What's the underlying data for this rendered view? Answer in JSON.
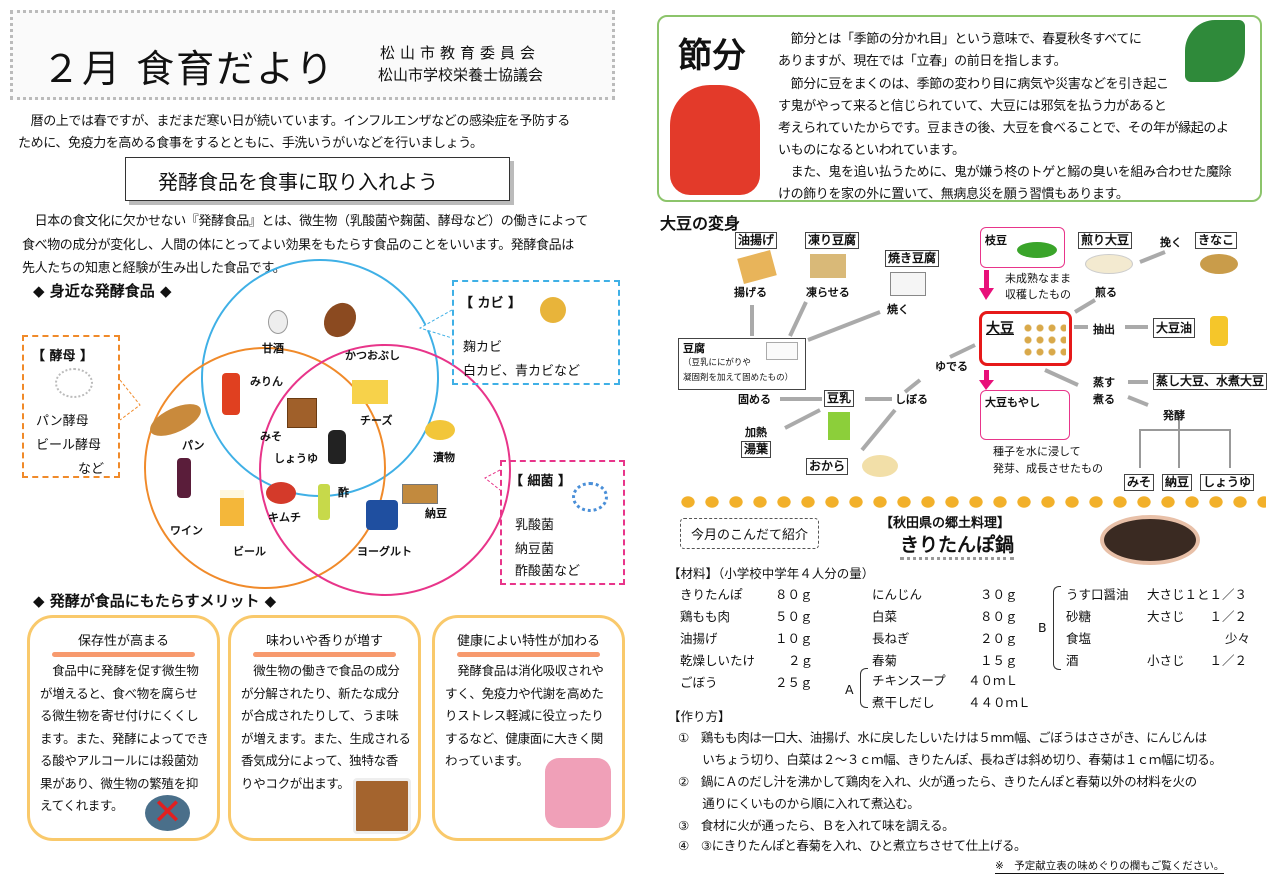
{
  "header": {
    "title": "２月 食育だより",
    "org": [
      "松山市教育委員会",
      "松山市学校栄養士協議会"
    ]
  },
  "intro": [
    "　暦の上では春ですが、まだまだ寒い日が続いています。インフルエンザなどの感染症を予防する",
    "ために、免疫力を高める食事をするとともに、手洗いうがいなどを行いましょう。"
  ],
  "banner": "発酵食品を食事に取り入れよう",
  "ferment_text": [
    "　日本の食文化に欠かせない『発酵食品』とは、微生物（乳酸菌や麹菌、酵母など）の働きによって",
    "食べ物の成分が変化し、人間の体にとってよい効果をもたらす食品のことをいいます。発酵食品は",
    "先人たちの知恵と経験が生み出した食品です。"
  ],
  "familiar_heading": "◆ 身近な発酵食品 ◆",
  "yeast": {
    "title": "【 酵母 】",
    "items": [
      "パン酵母",
      "ビール酵母",
      "など"
    ]
  },
  "mold": {
    "title": "【 カビ 】",
    "items": [
      "麹カビ",
      "白カビ、青カビなど"
    ]
  },
  "bacteria": {
    "title": "【 細菌 】",
    "items": [
      "乳酸菌",
      "納豆菌",
      "酢酸菌など"
    ]
  },
  "venn_foods": [
    "甘酒",
    "かつおぶし",
    "みりん",
    "パン",
    "みそ",
    "チーズ",
    "しょうゆ",
    "漬物",
    "ワイン",
    "酢",
    "キムチ",
    "納豆",
    "ビール",
    "ヨーグルト"
  ],
  "merit_heading": "◆ 発酵が食品にもたらすメリット ◆",
  "merits": [
    {
      "title": "保存性が高まる",
      "text": "　食品中に発酵を促す微生物\nが増えると、食べ物を腐らせ\nる微生物を寄せ付けにくくし\nます。また、発酵によってでき\nる酸やアルコールには殺菌効\n果があり、微生物の繁殖を抑\nえてくれます。"
    },
    {
      "title": "味わいや香りが増す",
      "text": "　微生物の働きで食品の成分\nが分解されたり、新たな成分\nが合成されたりして、うま味\nが増えます。また、生成される\n香気成分によって、独特な香\nりやコクが出ます。"
    },
    {
      "title": "健康によい特性が加わる",
      "text": "　発酵食品は消化吸収されや\nすく、免疫力や代謝を高めた\nりストレス軽減に役立ったり\nするなど、健康面に大きく関\nわっています。"
    }
  ],
  "setsubun": {
    "title": "節分",
    "lines": [
      "　節分とは「季節の分かれ目」という意味で、春夏秋冬すべてに",
      "ありますが、現在では「立春」の前日を指します。",
      "　節分に豆をまくのは、季節の変わり目に病気や災害などを引き起こ",
      "す鬼がやって来ると信じられていて、大豆には邪気を払う力があると",
      "考えられていたからです。豆まきの後、大豆を食べることで、その年が縁起のよ",
      "いものになるといわれています。",
      "　また、鬼を追い払うために、鬼が嫌う柊のトゲと鰯の臭いを組み合わせた魔除",
      "けの飾りを家の外に置いて、無病息災を願う習慣もあります。"
    ]
  },
  "soy": {
    "title": "大豆の変身",
    "boxes": {
      "aburaage": "油揚げ",
      "koridofu": "凍り豆腐",
      "yakidofu": "焼き豆腐",
      "tofu": "豆腐",
      "tofu_note1": "（豆乳ににがりや",
      "tofu_note2": "凝固剤を加えて固めたもの）",
      "tonyu": "豆乳",
      "yuba": "湯葉",
      "okara": "おから",
      "edamame": "枝豆",
      "daizu": "大豆",
      "moyashi": "大豆もやし",
      "iridaizu": "煎り大豆",
      "kinako": "きなこ",
      "daizuyu": "大豆油",
      "mushi": "蒸し大豆、水煮大豆",
      "miso": "みそ",
      "natto": "納豆",
      "shoyu": "しょうゆ"
    },
    "labels": {
      "ageru": "揚げる",
      "koraseru": "凍らせる",
      "yaku": "焼く",
      "katameru": "固める",
      "shiboru": "しぼる",
      "yuderu": "ゆでる",
      "kanetsu": "加熱",
      "edamame1": "未成熟なまま",
      "edamame2": "収穫したもの",
      "moyashi1": "種子を水に浸して",
      "moyashi2": "発芽、成長させたもの",
      "iru": "煎る",
      "hiku": "挽く",
      "chushutsu": "抽出",
      "musu": "蒸す",
      "niru": "煮る",
      "hakko": "発酵"
    }
  },
  "menu": {
    "intro_label": "今月のこんだて紹介",
    "region": "【秋田県の郷土料理】",
    "dish": "きりたんぽ鍋",
    "materials_title": "【材料】（小学校中学年４人分の量）",
    "col1": [
      [
        "きりたんぽ",
        "８０ｇ"
      ],
      [
        "鶏もも肉",
        "５０ｇ"
      ],
      [
        "油揚げ",
        "１０ｇ"
      ],
      [
        "乾燥しいたけ",
        "２ｇ"
      ],
      [
        "ごぼう",
        "２５ｇ"
      ]
    ],
    "col2": [
      [
        "にんじん",
        "３０ｇ"
      ],
      [
        "白菜",
        "８０ｇ"
      ],
      [
        "長ねぎ",
        "２０ｇ"
      ],
      [
        "春菊",
        "１５ｇ"
      ]
    ],
    "group_a": {
      "label": "A",
      "items": [
        [
          "チキンスープ",
          "４０ｍＬ"
        ],
        [
          "煮干しだし",
          "４４０ｍＬ"
        ]
      ]
    },
    "group_b": {
      "label": "B",
      "items": [
        [
          "うす口醤油",
          "大さじ１と１／３"
        ],
        [
          "砂糖",
          "大さじ　　１／２"
        ],
        [
          "食塩",
          "少々"
        ],
        [
          "酒",
          "小さじ　　１／２"
        ]
      ]
    },
    "steps_title": "【作り方】",
    "steps": [
      "①　鶏もも肉は一口大、油揚げ、水に戻したしいたけは５mm幅、ごぼうはささがき、にんじんは",
      "　　いちょう切り、白菜は２～３ｃｍ幅、きりたんぽ、長ねぎは斜め切り、春菊は１ｃｍ幅に切る。",
      "②　鍋にＡのだし汁を沸かして鶏肉を入れ、火が通ったら、きりたんぽと春菊以外の材料を火の",
      "　　通りにくいものから順に入れて煮込む。",
      "③　食材に火が通ったら、Ｂを入れて味を調える。",
      "④　③にきりたんぽと春菊を入れ、ひと煮立ちさせて仕上げる。"
    ],
    "note": "※　予定献立表の味めぐりの欄もご覧ください。"
  },
  "colors": {
    "blue": "#3fb0e6",
    "orange": "#f08a2a",
    "pink": "#e8358a",
    "green": "#8cc46b",
    "red": "#e61919",
    "merit_border": "#f9c96b"
  }
}
